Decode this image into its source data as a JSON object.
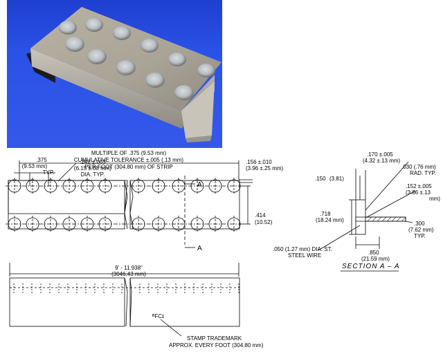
{
  "strip_dims": {
    "multiple": "MULTIPLE OF .375 (9.53 mm)",
    "tolerance": "CUMULATIVE TOLERANCE ±.005 (.13 mm)",
    "per_foot": "PER FOOT (304.80 mm) OF STRIP",
    "pitch_in": ".375",
    "pitch_mm": "(9.53 mm)",
    "pitch_typ": "TYP.",
    "hole_in": ".242 ±.003",
    "hole_mm": "(6.15 ±.08 mm)",
    "hole_typ": "DIA. TYP.",
    "edge_in": ".156 ±.010",
    "edge_mm": "(3.96 ±.25 mm)",
    "width_in": ".414",
    "width_mm": "(10.52)",
    "section_mark": "A"
  },
  "section_dims": {
    "top_in": ".170 ±.005",
    "top_mm": "(4.32 ±.13 mm)",
    "rad_in": ".030 (.76 mm)",
    "rad_typ": "RAD. TYP.",
    "left_in": ".150",
    "left_mm": "(3.81)",
    "flange_in": ".152 ±.005",
    "flange_mm": "(3.86 ±.13",
    "flange_mm2": "mm)",
    "height_in": ".718",
    "height_mm": "(18.24 mm)",
    "leg_in": ".300",
    "leg_mm": "(7.62 mm)",
    "leg_typ": "TYP.",
    "wire_l1": ".050 (1.27 mm) DIA. ST.",
    "wire_l2": "STEEL WIRE",
    "base_in": ".850",
    "base_mm": "(21.59 mm)",
    "title": "SECTION A – A"
  },
  "length_dims": {
    "length_in": "9' - 11.938\"",
    "length_mm": "(3046.43 mm)",
    "trademark": "ᴮFCɪ",
    "stamp_l1": "STAMP TRADEMARK",
    "stamp_l2": "APPROX. EVERY FOOT (304.80 mm)"
  }
}
